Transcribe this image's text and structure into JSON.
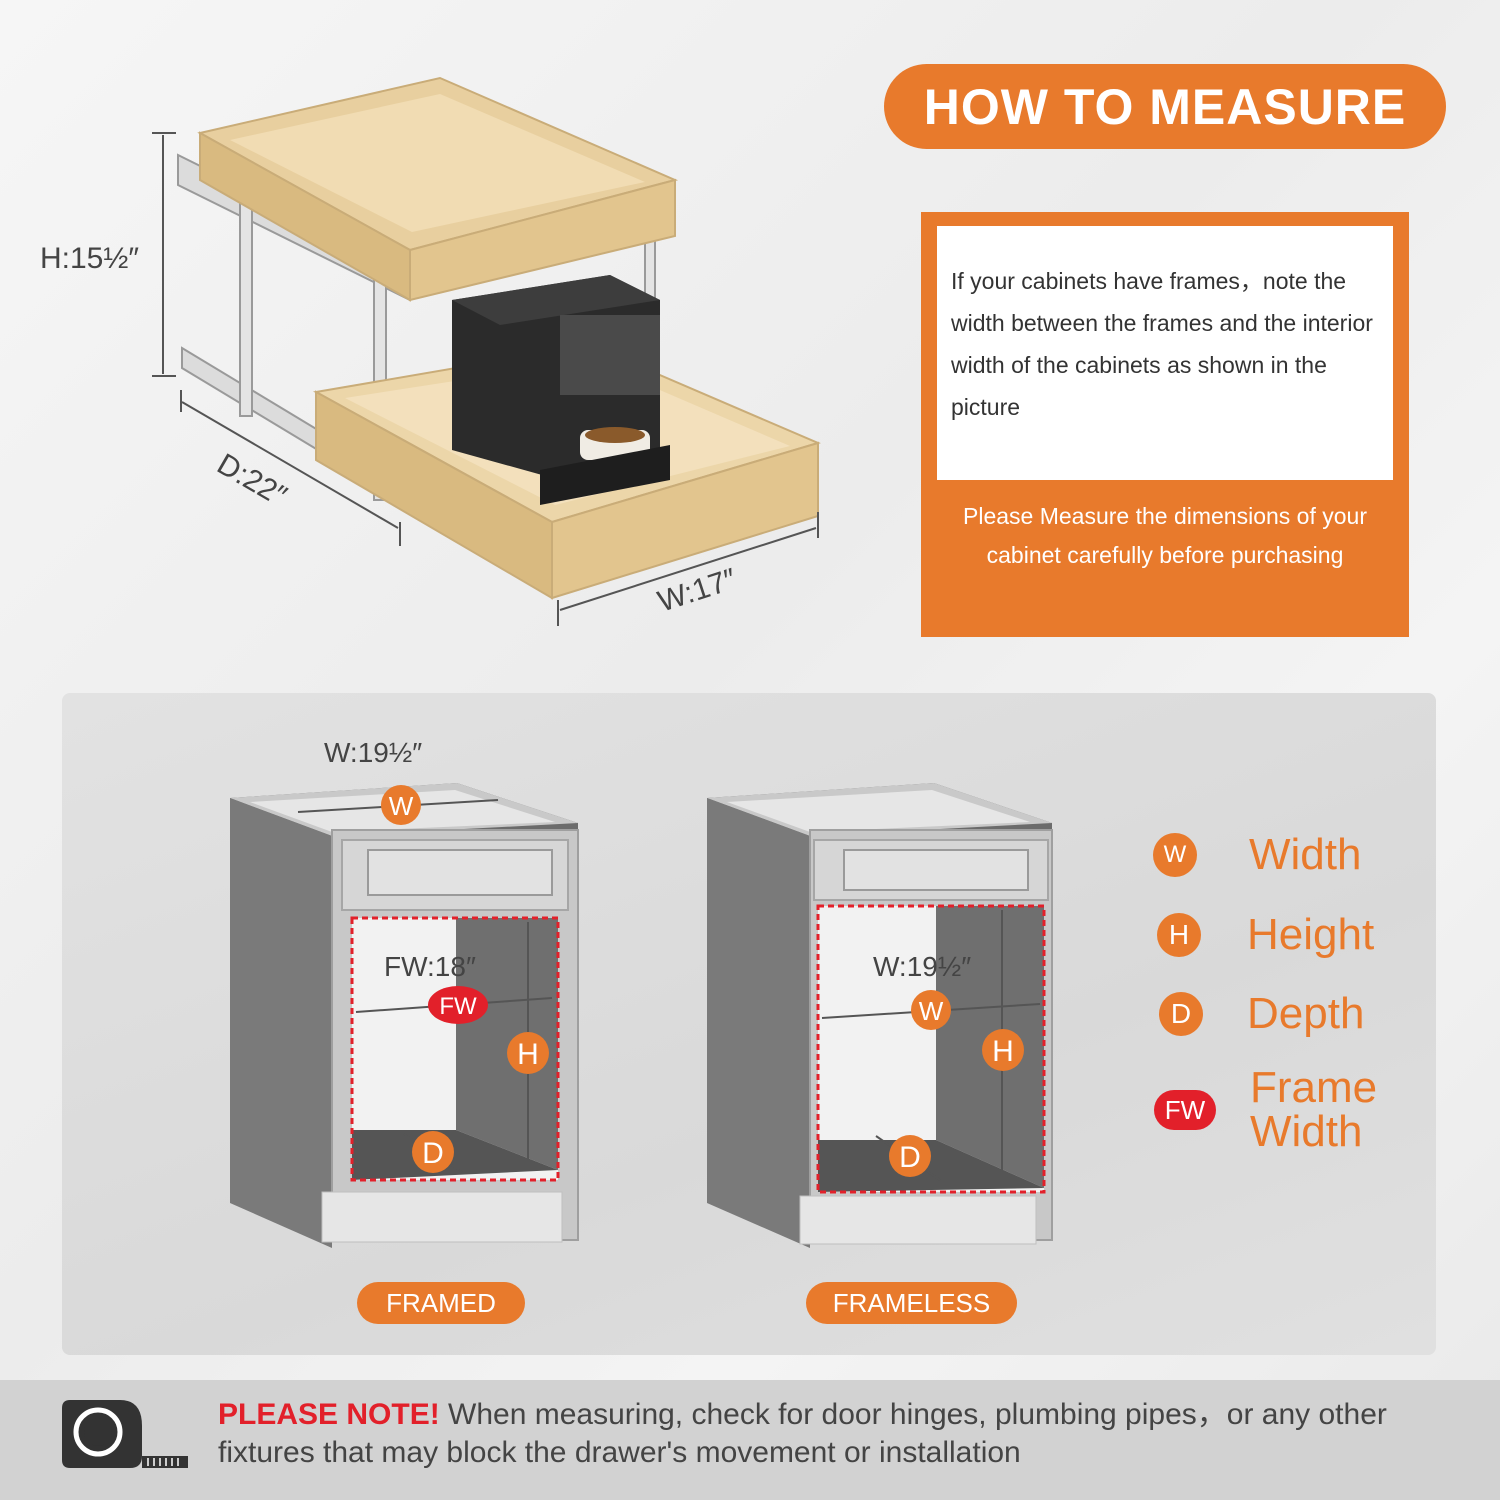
{
  "title": "HOW TO MEASURE",
  "info": {
    "frames_text": "If your cabinets have frames，note the width between the frames and the interior width of the cabinets as shown in the picture",
    "measure_note": "Please Measure the dimensions of your cabinet carefully before purchasing"
  },
  "drawer": {
    "height_label": "H:15½″",
    "depth_label": "D:22″",
    "width_label": "W:17″"
  },
  "framed": {
    "top_width_label": "W:19½″",
    "frame_width_label": "FW:18″",
    "badge_w": "W",
    "badge_fw": "FW",
    "badge_h": "H",
    "badge_d": "D",
    "caption": "FRAMED"
  },
  "frameless": {
    "width_label": "W:19½″",
    "badge_w": "W",
    "badge_h": "H",
    "badge_d": "D",
    "caption": "FRAMELESS"
  },
  "legend": [
    {
      "badge": "W",
      "label": "Width"
    },
    {
      "badge": "H",
      "label": "Height"
    },
    {
      "badge": "D",
      "label": "Depth"
    },
    {
      "badge": "FW",
      "label": "Frame Width"
    }
  ],
  "note": {
    "strong": "PLEASE NOTE!",
    "text": " When measuring, check for door hinges, plumbing pipes，or any other fixtures that may block the drawer's movement or installation"
  },
  "colors": {
    "accent": "#e87a2c",
    "alert": "#e2202a"
  }
}
